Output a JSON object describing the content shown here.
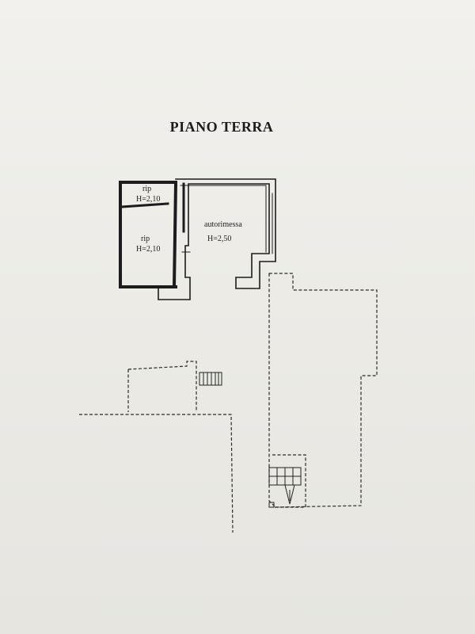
{
  "title": "PIANO TERRA",
  "rooms": [
    {
      "name": "rip",
      "height": "H=2,10"
    },
    {
      "name": "rip",
      "height": "H=2,10"
    },
    {
      "name": "autorimessa",
      "height": "H=2,50"
    }
  ],
  "colors": {
    "ink": "#1c1c1c",
    "paper": "#efeee9"
  }
}
